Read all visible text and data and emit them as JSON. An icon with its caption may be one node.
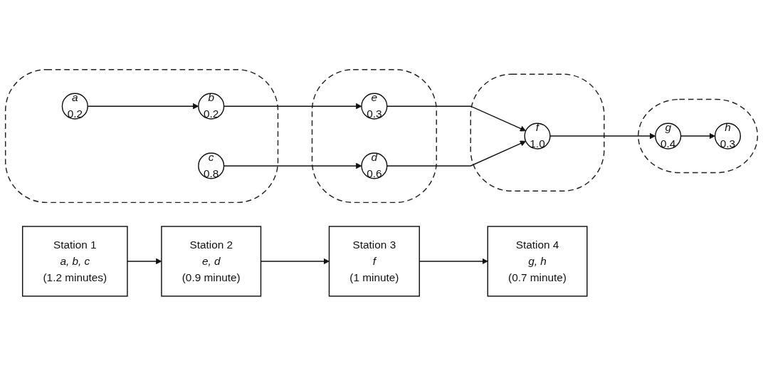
{
  "diagram": {
    "nodes": [
      {
        "text": [
          "Station 1",
          "a, b, c",
          "(1.2 minutes)"
        ]
      },
      {
        "text": [
          "Station 2",
          "e, d",
          "(0.9 minute)"
        ]
      },
      {
        "text": [
          "Station 3",
          "f",
          "(1 minute)"
        ]
      },
      {
        "text": [
          "Station 4",
          "g, h",
          "(0.7 minute)"
        ]
      },
      {
        "text": [],
        "shape": "ellipse"
      },
      {
        "text": [
          "a",
          "0.2"
        ],
        "in": 4
      },
      {
        "text": [
          "b",
          "0.2"
        ],
        "in": 4
      },
      {
        "text": [
          "c",
          "0.8"
        ],
        "in": 4
      },
      {
        "text": [],
        "shape": "ellipse"
      },
      {
        "text": [
          "e",
          "0.3"
        ],
        "in": 8
      },
      {
        "text": [
          "d",
          "0.6"
        ],
        "in": 8
      },
      {
        "text": [],
        "shape": "ellipse"
      },
      {
        "text": [
          "f",
          "1.0"
        ],
        "in": 11
      },
      {
        "text": [],
        "shape": "ellipse"
      },
      {
        "text": [
          "g",
          "0.4"
        ],
        "in": 13
      },
      {
        "text": [
          "h",
          "0.3"
        ],
        "in": 13
      }
    ],
    "edges": [
      {
        "from": 0,
        "to": 1,
        "arrow": "to"
      },
      {
        "from": 1,
        "to": 2,
        "arrow": "to"
      },
      {
        "from": 2,
        "to": 3,
        "arrow": "to"
      },
      {
        "from": 5,
        "to": 6,
        "arrow": "to"
      },
      {
        "from": 6,
        "to": 9,
        "arrow": "to"
      },
      {
        "from": 7,
        "to": 10,
        "arrow": "to"
      },
      {
        "from": 9,
        "to": 12,
        "arrow": "to"
      },
      {
        "from": 10,
        "to": 12,
        "arrow": "to"
      },
      {
        "from": 12,
        "to": 14,
        "arrow": "to"
      },
      {
        "from": 14,
        "to": 15,
        "arrow": "to"
      }
    ]
  }
}
